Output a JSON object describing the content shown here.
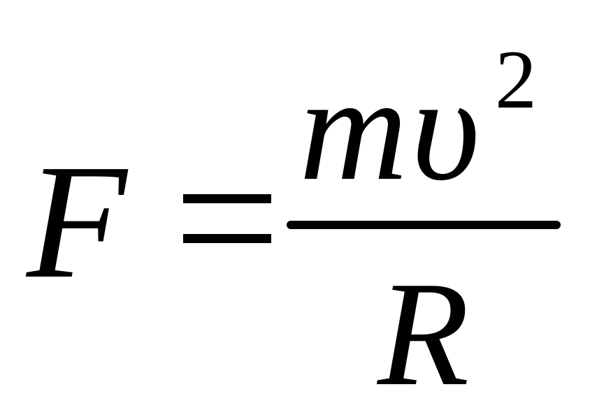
{
  "formula": {
    "lhs": "F",
    "equals": "=",
    "numerator": {
      "mass": "m",
      "velocity": "υ",
      "exponent": "2"
    },
    "denominator": "R"
  }
}
